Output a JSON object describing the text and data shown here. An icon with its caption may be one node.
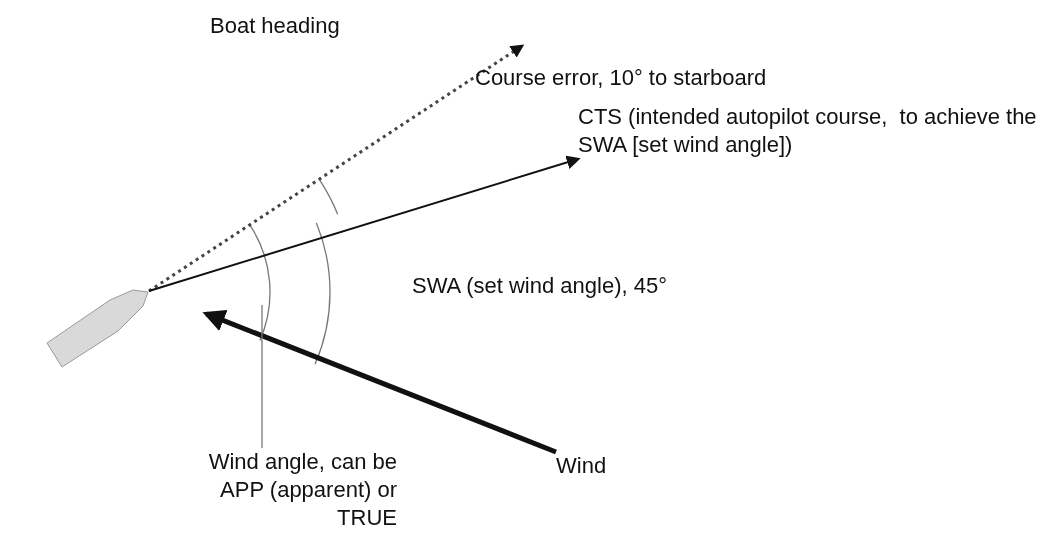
{
  "diagram": {
    "nodes": [
      {
        "text": [],
        "shape": "boat"
      },
      {
        "text": [
          "CTS (intended autopilot course,  to achieve the SWA [set wind angle])"
        ]
      },
      {
        "text": [
          "Wind"
        ]
      },
      {
        "text": [
          "Wind angle, can be APP (apparent) or TRUE"
        ]
      }
    ],
    "edges": [
      {
        "from": 0,
        "to": null,
        "arrow": "to",
        "style": "dashed"
      },
      {
        "from": 0,
        "to": 1,
        "arrow": "to"
      },
      {
        "from": 2,
        "to": 0,
        "arrow": "to",
        "style": "thick"
      },
      {
        "from": 3,
        "to": null,
        "arrow": "none",
        "color": "#777777"
      }
    ],
    "labels": [
      "Boat heading",
      "Course error, 10° to starboard",
      "SWA (set wind angle), 45°"
    ]
  }
}
